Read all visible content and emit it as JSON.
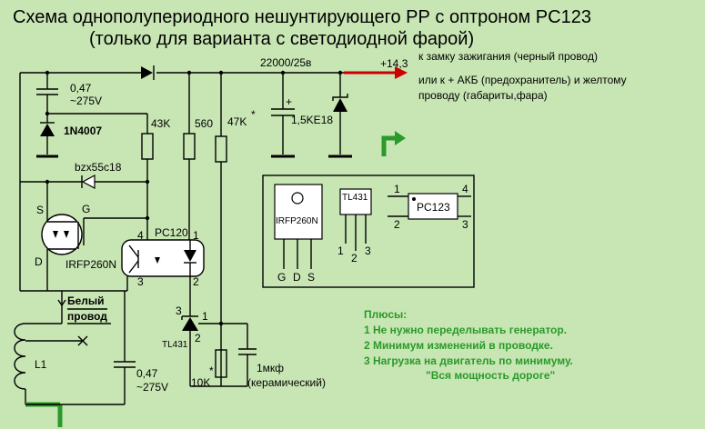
{
  "title": {
    "line1": "Схема однополупериодного нешунтирующего РР с оптроном PC123",
    "line2": "(только для варианта с светодиодной фарой)"
  },
  "supply": {
    "voltage": "+14,3",
    "line1": "к замку  зажигания (черный провод)",
    "line2": "или к + АКБ (предохранитель) и желтому",
    "line3": "проводу (габариты,фара)"
  },
  "components": {
    "c_top_value": "0,47",
    "c_top_voltage": "~275V",
    "diode_1n4007": "1N4007",
    "zener": "bzx55c18",
    "r_43k": "43K",
    "r_560": "560",
    "r_47k": "47K",
    "r_47k_mark": "*",
    "cap_main": "22000/25в",
    "cap_plus": "+",
    "tvs": "1,5KE18",
    "mosfet_s": "S",
    "mosfet_g": "G",
    "mosfet_d": "D",
    "mosfet_name": "IRFP260N",
    "opto_name": "PC120",
    "opto_pin4": "4",
    "opto_pin1": "1",
    "opto_pin3": "3",
    "opto_pin2": "2",
    "white_wire_1": "Белый",
    "white_wire_2": "провод",
    "coil": "L1",
    "c_bot_value": "0,47",
    "c_bot_voltage": "~275V",
    "tl_name": "TL431",
    "tl_pin3": "3",
    "tl_pin1": "1",
    "tl_pin2": "2",
    "r_10k_mark": "*",
    "r_10k": "10K",
    "c_1uf": "1мкф",
    "c_1uf_type": "(керамический)"
  },
  "pinouts": {
    "irfp_name": "IRFP260N",
    "irfp_g": "G",
    "irfp_d": "D",
    "irfp_s": "S",
    "tl_name": "TL431",
    "tl_1": "1",
    "tl_2": "2",
    "tl_3": "3",
    "pc_name": "PC123",
    "pc_1": "1",
    "pc_2": "2",
    "pc_3": "3",
    "pc_4": "4"
  },
  "pluses": {
    "heading": "Плюсы:",
    "items": [
      "1 Не нужно переделывать генератор.",
      "2 Минимум изменений в проводке.",
      "3 Нагрузка на двигатель по минимуму.",
      "\"Вся мощность дороге\""
    ]
  },
  "colors": {
    "background": "#c8e6b4",
    "arrow": "#cc0000",
    "ground_symbol": "#2a9a2a",
    "pluses_text": "#2a9a2a"
  }
}
